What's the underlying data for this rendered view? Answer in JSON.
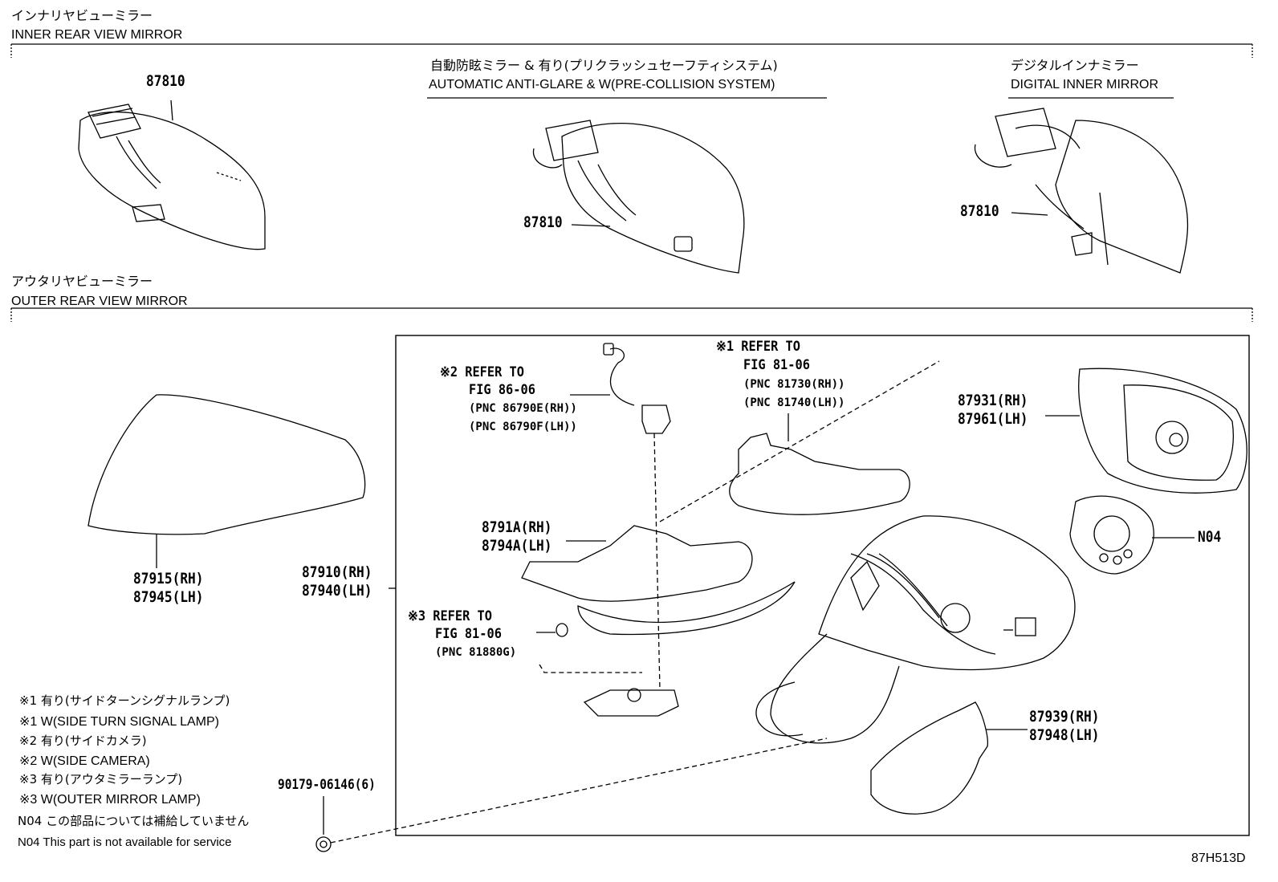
{
  "inner_section": {
    "title_jp": "インナリヤビューミラー",
    "title_en": "INNER REAR VIEW MIRROR"
  },
  "anti_glare": {
    "title_jp": "自動防眩ミラー & 有り(プリクラッシュセーフティシステム)",
    "title_en": "AUTOMATIC ANTI-GLARE & W(PRE-COLLISION SYSTEM)"
  },
  "digital_mirror": {
    "title_jp": "デジタルインナミラー",
    "title_en": "DIGITAL INNER MIRROR"
  },
  "outer_section": {
    "title_jp": "アウタリヤビューミラー",
    "title_en": "OUTER REAR VIEW MIRROR"
  },
  "parts": {
    "p87810_a": "87810",
    "p87810_b": "87810",
    "p87810_c": "87810",
    "p87915": "87915(RH)",
    "p87945": "87945(LH)",
    "p87910": "87910(RH)",
    "p87940": "87940(LH)",
    "p8791a": "8791A(RH)",
    "p8794a": "8794A(LH)",
    "p87931": "87931(RH)",
    "p87961": "87961(LH)",
    "n04": "N04",
    "p87939": "87939(RH)",
    "p87948": "87948(LH)",
    "p90179": "90179-06146(6)"
  },
  "refs": {
    "r2_mark": "※2 REFER TO",
    "r2_fig": "FIG 86-06",
    "r2_pnc_rh": "(PNC 86790E(RH))",
    "r2_pnc_lh": "(PNC 86790F(LH))",
    "r1_mark": "※1 REFER TO",
    "r1_fig": "FIG 81-06",
    "r1_pnc_rh": "(PNC 81730(RH))",
    "r1_pnc_lh": "(PNC 81740(LH))",
    "r3_mark": "※3 REFER TO",
    "r3_fig": "FIG 81-06",
    "r3_pnc": "(PNC 81880G)"
  },
  "notes": {
    "n1_jp": "※1 有り(サイドターンシグナルランプ)",
    "n1_en": "※1 W(SIDE TURN SIGNAL LAMP)",
    "n2_jp": "※2 有り(サイドカメラ)",
    "n2_en": "※2 W(SIDE CAMERA)",
    "n3_jp": "※3 有り(アウタミラーランプ)",
    "n3_en": "※3 W(OUTER MIRROR LAMP)",
    "n4_jp": "N04 この部品については補給していません",
    "n4_en": "N04 This part is not available for service"
  },
  "figure_id": "87H513D"
}
